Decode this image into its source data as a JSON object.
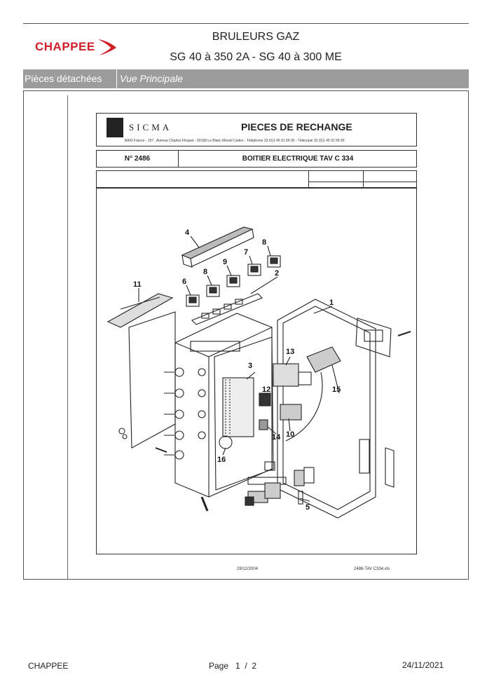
{
  "brand": {
    "logo_text": "CHAPPEE",
    "color": "#d0202a",
    "swoosh_icon": "chevron-swoosh-icon"
  },
  "header": {
    "title_line1": "BRULEURS GAZ",
    "title_line2": "SG 40 à 350 2A - SG 40 à 300 ME"
  },
  "bar": {
    "section": "Pièces détachées",
    "view": "Vue Principale",
    "color": "#9c9c9c"
  },
  "sheet": {
    "company": "SICMA",
    "heading": "PIECES DE RECHANGE",
    "address": "BAXI France - 157 , Avenue Charles Floquet - 93158 Le Blanc Mesnil Cedex - Téléphone 33 (0)1 45 91 56 00 - Télécopie 33 (0)1 45 91 59 90",
    "number": "N° 2486",
    "item_title": "BOITIER ELECTRIQUE TAV C 334",
    "date": "29/12/2004",
    "file": "2486-TAV C334.xls",
    "callouts": [
      "1",
      "2",
      "3",
      "4",
      "5",
      "6",
      "7",
      "8",
      "8",
      "9",
      "10",
      "11",
      "12",
      "13",
      "14",
      "15",
      "16"
    ]
  },
  "footer": {
    "company": "CHAPPEE",
    "page": "Page   1  /  2",
    "date": "24/11/2021"
  }
}
